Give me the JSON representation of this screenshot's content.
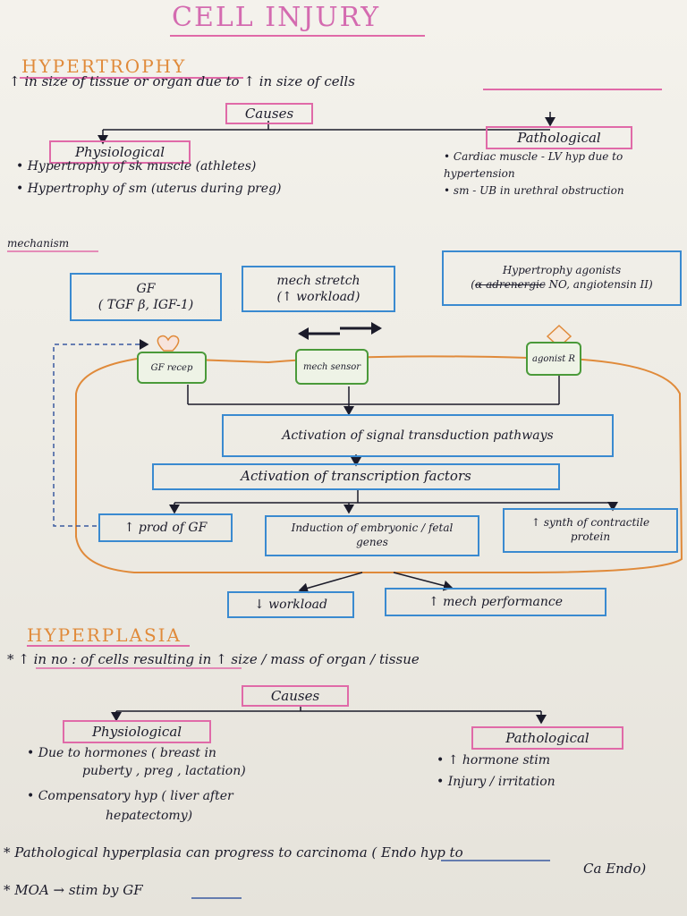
{
  "title": "CELL INJURY",
  "hypertrophy": {
    "heading": "HYPERTROPHY",
    "definition": "↑ in size of tissue or organ due to ↑ in size of cells",
    "causes_label": "Causes",
    "physiological": {
      "label": "Physiological",
      "items": [
        "Hypertrophy of sk muscle (athletes)",
        "Hypertrophy of sm (uterus during preg)"
      ]
    },
    "pathological": {
      "label": "Pathological",
      "items": [
        "Cardiac muscle - LV hyp due to hypertension",
        "sm - UB in urethral obstruction"
      ]
    }
  },
  "mechanism": {
    "label": "mechanism",
    "gf_box": {
      "line1": "GF",
      "line2": "( TGF β, IGF-1)"
    },
    "mech_box": {
      "line1": "mech stretch",
      "line2": "(↑ workload)"
    },
    "agonist_box": {
      "line1": "Hypertrophy agonists",
      "struck": "α-adrenergic",
      "line2": "NO, angiotensin II)"
    },
    "gf_recep": "GF recep",
    "mech_sensor": "mech sensor",
    "agonist_r": "agonist R",
    "signal": "Activation of signal transduction pathways",
    "transcription": "Activation of transcription factors",
    "prod_gf": "↑ prod of GF",
    "induction": "Induction of embryonic / fetal genes",
    "synth": "↑ synth of contractile protein",
    "workload": "↓ workload",
    "performance": "↑ mech performance"
  },
  "hyperplasia": {
    "heading": "HYPERPLASIA",
    "definition": "↑ in no : of cells resulting in ↑ size / mass of organ / tissue",
    "causes_label": "Causes",
    "physiological": {
      "label": "Physiological",
      "items": [
        {
          "line1": "Due to hormones ( breast in",
          "line2": "puberty , preg , lactation)"
        },
        {
          "line1": "Compensatory hyp ( liver after",
          "line2": "hepatectomy)"
        }
      ]
    },
    "pathological": {
      "label": "Pathological",
      "items": [
        "↑ hormone stim",
        "Injury / irritation"
      ]
    },
    "notes": [
      {
        "line1": "Pathological hyperplasia can progress to",
        "underlined": "carcinoma",
        "line2": "( Endo hyp to",
        "line3": "Ca Endo)"
      },
      {
        "prefix": "MOA → stim by",
        "underlined": "GF"
      }
    ]
  },
  "colors": {
    "pink": "#e06aa8",
    "orange": "#e08a3a",
    "blue": "#3a8ad0",
    "green": "#4a9a3a",
    "ink": "#1b1b2a"
  }
}
